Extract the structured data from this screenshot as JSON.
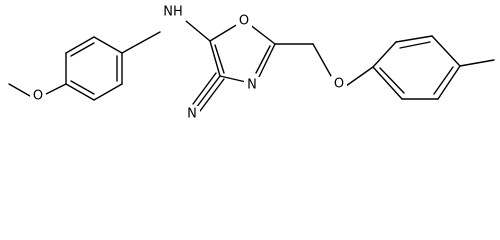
{
  "molecule": {
    "atoms": {
      "nh": "NH",
      "o_methoxy": "O",
      "o_ring": "O",
      "n_ring": "N",
      "n_nitrile": "N",
      "o_ether": "O"
    }
  }
}
